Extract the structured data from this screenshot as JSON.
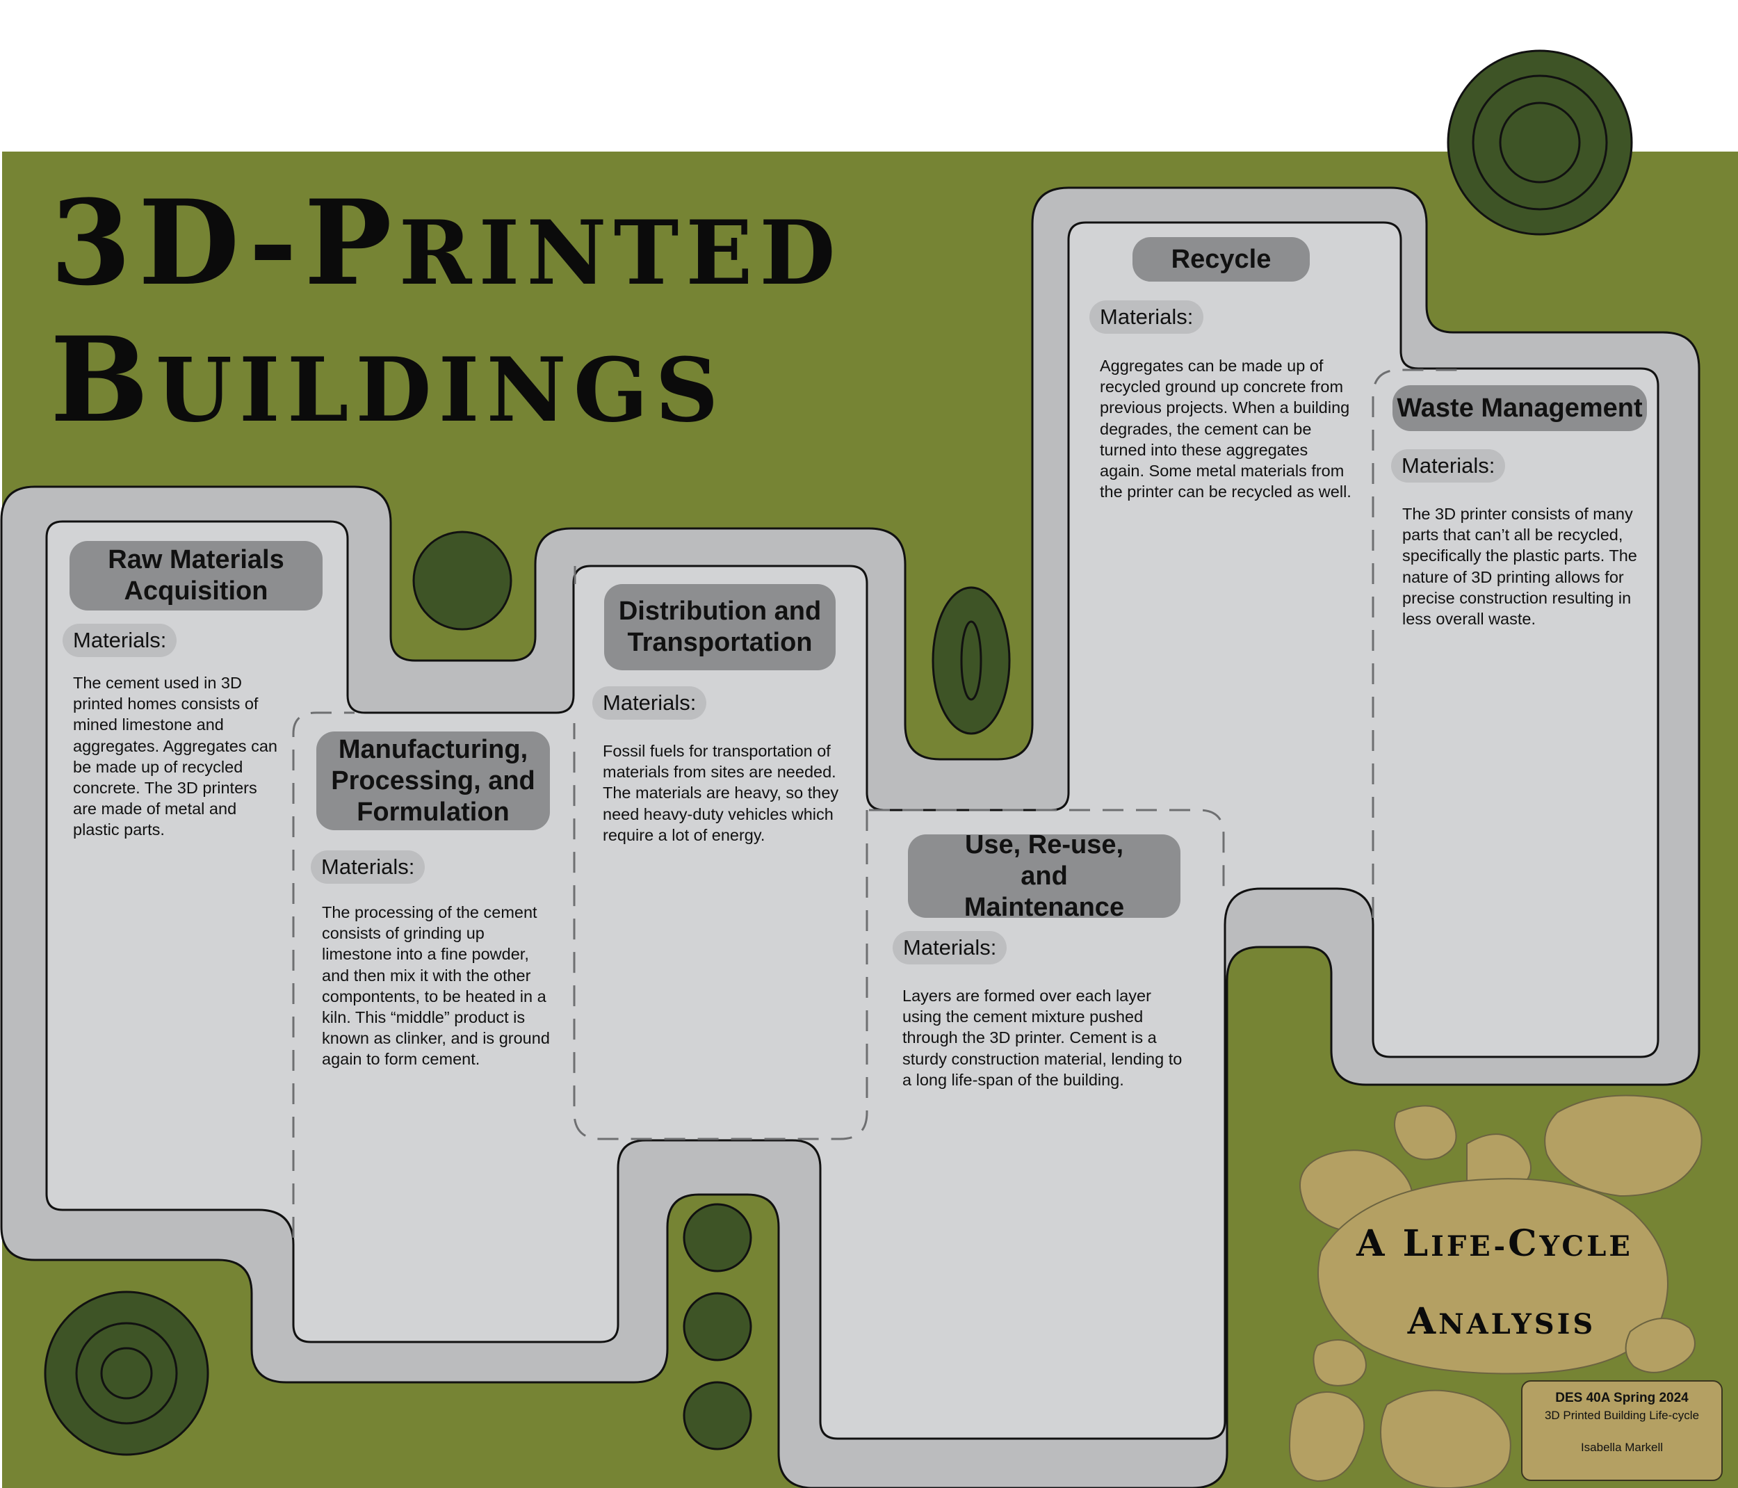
{
  "title": {
    "line1": "3D-Printed",
    "line2": "Buildings"
  },
  "subtitle": {
    "line1": "A Life-Cycle",
    "line2": "Analysis"
  },
  "stages": [
    {
      "heading": "Raw Materials Acquisition",
      "materials_label": "Materials:",
      "text": "The cement used in 3D printed homes consists of mined limestone and aggregates. Aggregates can be made up of recycled concrete. The 3D printers are made of metal and plastic parts."
    },
    {
      "heading": "Manufacturing, Processing, and Formulation",
      "materials_label": "Materials:",
      "text": "The processing of the cement consists of grinding up limestone into a fine powder, and then mix it with the other compontents, to be heated in a kiln. This “middle” product is known as clinker, and is ground again to form cement."
    },
    {
      "heading": "Distribution and Transportation",
      "materials_label": "Materials:",
      "text": "Fossil fuels for transportation of materials from sites are needed. The materials are heavy, so they need heavy-duty vehicles which require a lot of energy."
    },
    {
      "heading": "Use, Re-use, and Maintenance",
      "materials_label": "Materials:",
      "text": "Layers are formed over each layer using the cement mixture pushed through the 3D printer. Cement is a sturdy construction material, lending to a long life-span of the building."
    },
    {
      "heading": "Recycle",
      "materials_label": "Materials:",
      "text": "Aggregates can be made up of recycled ground up concrete from previous projects. When a building degrades, the cement can be turned into these aggregates again. Some metal materials from the printer can be recycled as well."
    },
    {
      "heading": "Waste Management",
      "materials_label": "Materials:",
      "text": "The 3D printer consists of many parts that can’t all be recycled, specifically the plastic parts. The nature of 3D printing allows for precise construction resulting in less overall waste."
    }
  ],
  "credits": {
    "course": "DES 40A Spring 2024",
    "project": "3D Printed Building Life-cycle",
    "author": "Isabella Markell"
  },
  "colors": {
    "grass": "#768434",
    "road": "#bbbcbe",
    "panel": "#d2d3d5",
    "heading_pill": "#8d8e90",
    "tree": "#3e5426",
    "stone": "#b4a063"
  }
}
